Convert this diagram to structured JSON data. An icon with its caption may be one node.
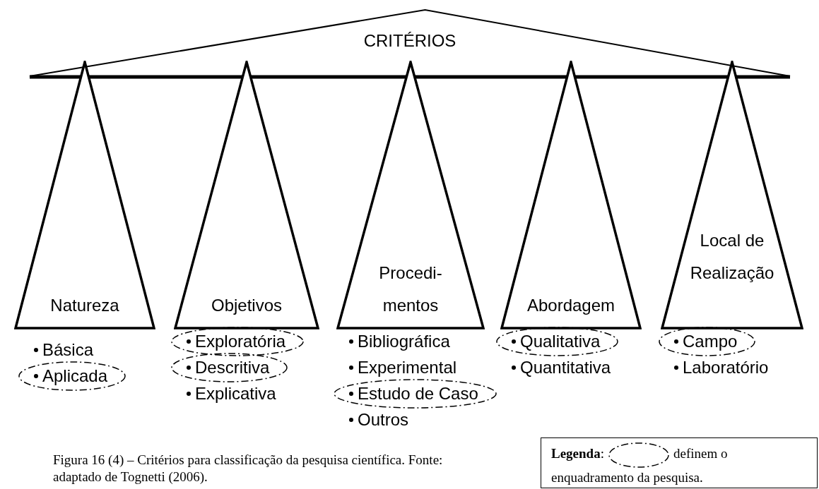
{
  "diagram": {
    "caption": "Figura 16 (4) – Critérios para classificação da pesquisa científica. Fonte: adaptado de Tognetti (2006).",
    "nodes": [
      {
        "text": [
          "CRITÉRIOS"
        ]
      },
      {
        "text": [
          "Natureza"
        ]
      },
      {
        "text": [
          "Objetivos"
        ]
      },
      {
        "text": [
          "Procedi- mentos"
        ]
      },
      {
        "text": [
          "Abordagem"
        ]
      },
      {
        "text": [
          "Local de Realização"
        ]
      },
      {
        "text": [
          "Aplicada"
        ]
      },
      {
        "text": [
          "Exploratória"
        ]
      },
      {
        "text": [
          "Descritiva"
        ]
      },
      {
        "text": [
          "Estudo de Caso"
        ]
      },
      {
        "text": [
          "Qualitativa"
        ]
      },
      {
        "text": [
          "Campo"
        ]
      }
    ],
    "labels": [
      "Básica",
      "Explicativa",
      "Bibliográfica",
      "Experimental",
      "Outros",
      "Quantitativa",
      "Laboratório",
      "**Legenda**:"
    ],
    "legend": [
      {
        "text": "definem o enquadramento da pesquisa."
      }
    ]
  }
}
